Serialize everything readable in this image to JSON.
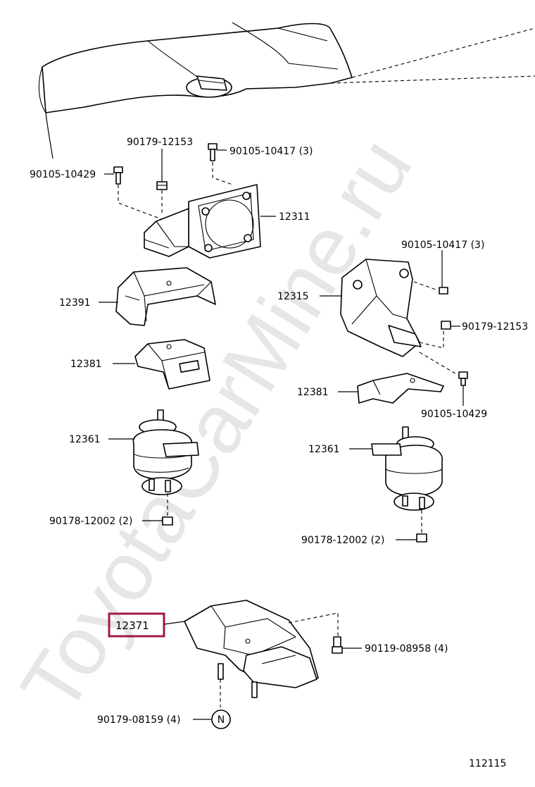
{
  "watermark": "ToyotaCarMine.ru",
  "figure_number": "112115",
  "highlighted_part": "12371",
  "labels": {
    "b_90179_12153_top": "90179-12153",
    "b_90105_10417_top": "90105-10417 (3)",
    "b_90105_10429_left": "90105-10429",
    "p_12311": "12311",
    "p_12391": "12391",
    "p_12381_left": "12381",
    "p_12361_left": "12361",
    "b_90178_12002_left": "90178-12002 (2)",
    "b_90105_10417_right": "90105-10417 (3)",
    "p_12315": "12315",
    "b_90179_12153_right": "90179-12153",
    "p_12381_right": "12381",
    "b_90105_10429_right": "90105-10429",
    "p_12361_right": "12361",
    "b_90178_12002_right": "90178-12002 (2)",
    "b_90119_08958": "90119-08958 (4)",
    "b_90179_08159": "90179-08159 (4)",
    "note_n": "N"
  },
  "icons": {
    "bolt": "hex-bolt-icon",
    "nut": "hex-nut-icon",
    "note": "circled-letter-icon"
  },
  "colors": {
    "highlight": "#a31942",
    "watermark": "#e6e6e6",
    "line": "#000000"
  }
}
